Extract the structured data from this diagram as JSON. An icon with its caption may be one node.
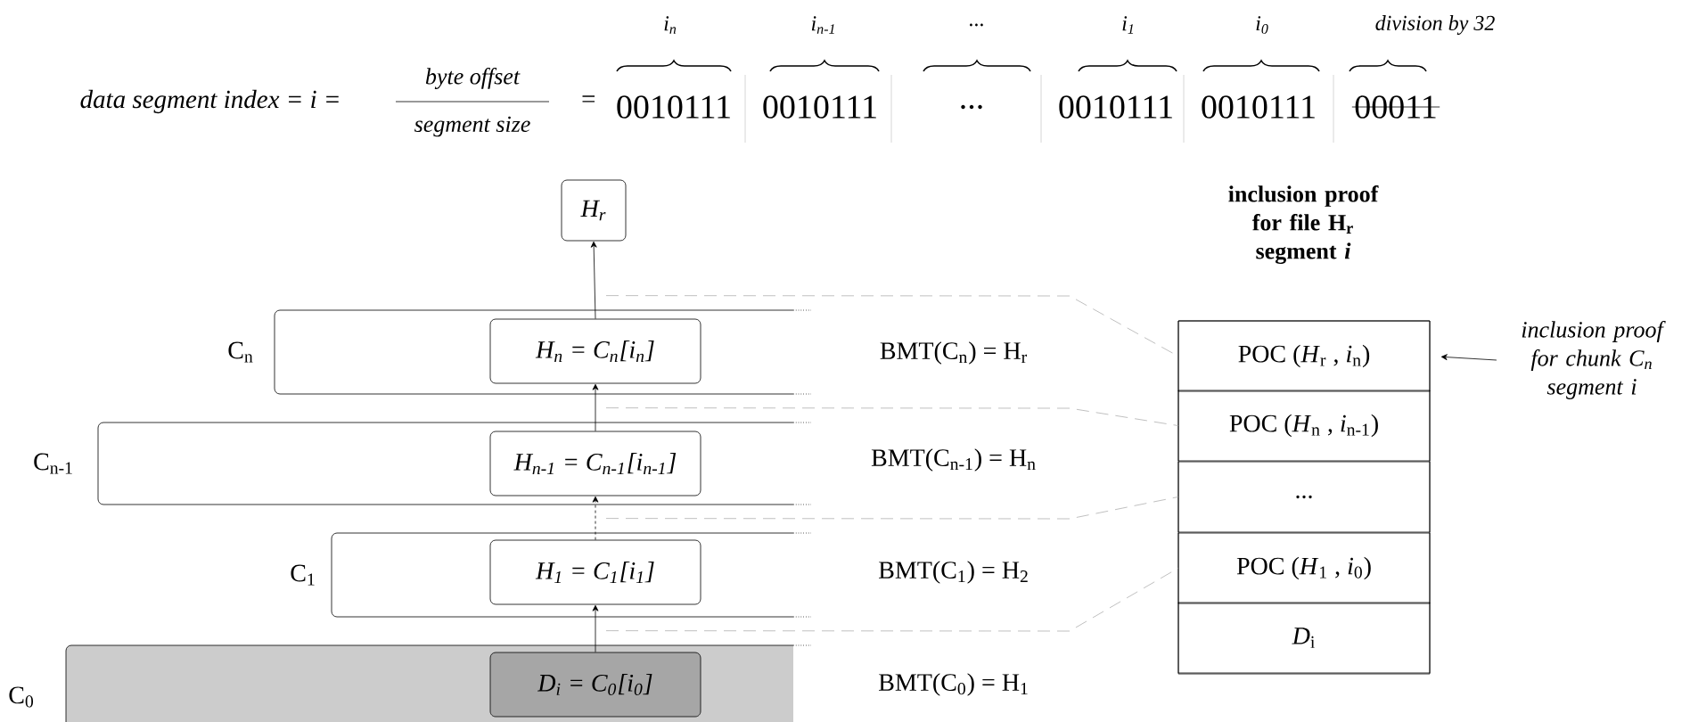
{
  "diagram": {
    "nodes": [
      {
        "text": [
          "H$_{r}$"
        ]
      },
      {
        "text": [
          "C$_{n}$"
        ]
      },
      {
        "text": [
          "H$_{n}$ = C$_{n}$[i$_{n}$]"
        ],
        "in": 1
      },
      {
        "text": [
          "C$_{n-1}$"
        ]
      },
      {
        "text": [
          "H$_{n-1}$ = C$_{n-1}$[i$_{n-1}$]"
        ],
        "in": 3
      },
      {
        "text": [
          "C$_{1}$"
        ]
      },
      {
        "text": [
          "H$_{1}$ = C$_{1}$[i$_{1}$]"
        ],
        "in": 5
      },
      {
        "text": [
          "C$_{0}$"
        ]
      },
      {
        "text": [
          "D$_{i}$ = C$_{0}$[i$_{0}$]"
        ],
        "in": 7
      },
      {
        "text": [
          "inclusion proof for file H$_{r}$ segment *i*"
        ]
      },
      {
        "text": [
          "POC (*H*$_{r}$ , *i*$_{n}$)"
        ],
        "in": 9
      },
      {
        "text": [
          "POC (*H*$_{n}$ , *i*$_{n-1}$)"
        ],
        "in": 9
      },
      {
        "text": [
          "..."
        ],
        "in": 9
      },
      {
        "text": [
          "POC (*H*$_{1}$ , *i*$_{0}$)"
        ],
        "in": 9
      },
      {
        "text": [
          "*D*$_{i}$"
        ],
        "in": 9
      },
      {
        "text": [
          "inclusion proof for chunk C$_{n}$ segment i"
        ]
      }
    ],
    "edges": [
      {
        "from": 2,
        "to": 0,
        "arrow": "to"
      },
      {
        "from": 4,
        "to": 2,
        "arrow": "to"
      },
      {
        "from": 6,
        "to": 4,
        "arrow": "to",
        "style": "dashed"
      },
      {
        "from": 8,
        "to": 6,
        "arrow": "to"
      },
      {
        "from": 1,
        "to": 10,
        "arrow": "none",
        "style": "dashed",
        "color": "#b0b0b0"
      },
      {
        "from": 3,
        "to": 11,
        "arrow": "none",
        "style": "dashed",
        "color": "#b0b0b0"
      },
      {
        "from": 5,
        "to": 12,
        "arrow": "none",
        "style": "dashed",
        "color": "#b0b0b0"
      },
      {
        "from": 7,
        "to": 13,
        "arrow": "none",
        "style": "dashed",
        "color": "#b0b0b0"
      },
      {
        "from": 15,
        "to": 10,
        "arrow": "to"
      }
    ],
    "labels": [
      "i$_{n}$",
      "i$_{n-1}$",
      "...",
      "i$_{1}$",
      "i$_{0}$",
      "division by 32",
      "data segment index = i =",
      "byte offset",
      "segment size",
      "=",
      "0010111",
      "0010111",
      "...",
      "0010111",
      "0010111",
      "00011",
      "BMT(C$_{n}$) = H$_{r}$",
      "BMT(C$_{n-1}$) = H$_{n}$",
      "BMT(C$_{1}$) = H$_{2}$",
      "BMT(C$_{0}$) = H$_{1}$"
    ]
  }
}
